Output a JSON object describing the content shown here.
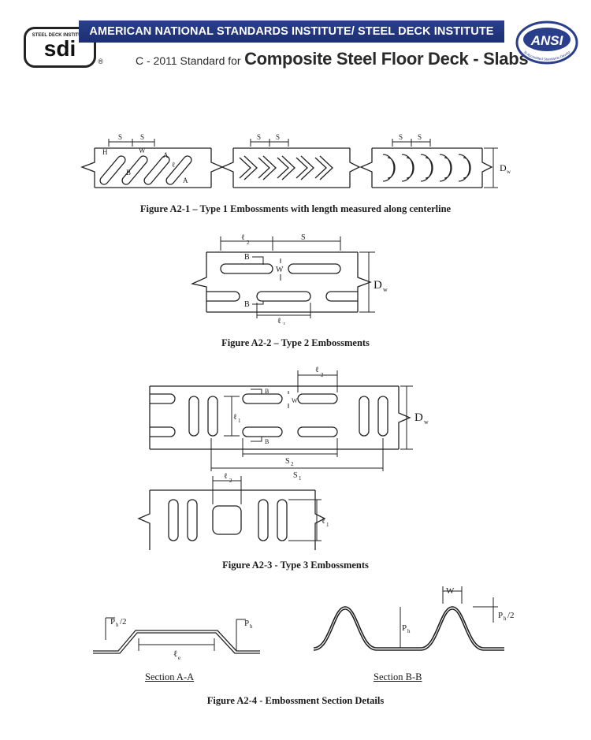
{
  "header": {
    "banner": "AMERICAN NATIONAL STANDARDS INSTITUTE/ STEEL DECK INSTITUTE",
    "subtitle_prefix": "C - 2011 Standard for",
    "subtitle_main": "Composite Steel Floor Deck - Slabs",
    "sdi_logo": {
      "top_text": "STEEL DECK INSTITUTE",
      "mark": "sdi",
      "reg": "®"
    },
    "ansi_logo": {
      "mark": "ANSI",
      "ring_text": "ANSI Accredited Standards Developer"
    }
  },
  "figures": {
    "a2_1": {
      "caption": "Figure A2-1 – Type 1 Embossments with length measured along centerline",
      "labels": {
        "s": "S",
        "h": "H",
        "b": "B",
        "w": "W",
        "l": "ℓ",
        "a": "A",
        "dw": "D",
        "dw_sub": "w"
      }
    },
    "a2_2": {
      "caption": "Figure A2-2 – Type 2 Embossments",
      "labels": {
        "l2": "ℓ",
        "l2_sub": "2",
        "s": "S",
        "b_top": "B",
        "b_bot": "B",
        "w": "W",
        "dw": "D",
        "dw_sub": "w",
        "l1": "ℓ",
        "l1_sub": "1"
      }
    },
    "a2_3": {
      "caption": "Figure A2-3 - Type 3 Embossments",
      "labels": {
        "l2": "ℓ",
        "l2_sub": "2",
        "b_top": "B",
        "b_bot": "B",
        "w": "W",
        "l1": "ℓ",
        "l1_sub": "1",
        "dw": "D",
        "dw_sub": "w",
        "s2": "S",
        "s2_sub": "2",
        "s1": "S",
        "s1_sub": "1",
        "l2b": "ℓ",
        "l2b_sub": "2",
        "l1b": "ℓ",
        "l1b_sub": "1"
      }
    },
    "a2_4": {
      "caption": "Figure A2-4 - Embossment Section Details",
      "section_aa": "Section A-A",
      "section_bb": "Section B-B",
      "labels": {
        "ph2_left": "P",
        "ph2_left_sub": "h",
        "ph2_left_tail": "/2",
        "ph_left": "P",
        "ph_left_sub": "h",
        "le": "ℓ",
        "le_sub": "e",
        "w": "W",
        "ph_right": "P",
        "ph_right_sub": "h",
        "ph2_right": "P",
        "ph2_right_sub": "h",
        "ph2_right_tail": "/2"
      }
    }
  }
}
